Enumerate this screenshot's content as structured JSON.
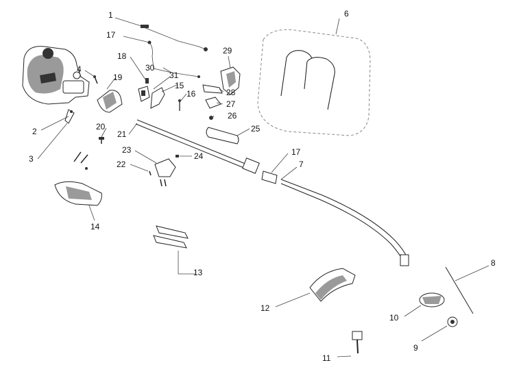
{
  "labels": {
    "p1": "1",
    "p2": "2",
    "p3": "3",
    "p4": "4",
    "p6": "6",
    "p7": "7",
    "p8": "8",
    "p9": "9",
    "p10": "10",
    "p11": "11",
    "p12": "12",
    "p13": "13",
    "p14": "14",
    "p15": "15",
    "p16": "16",
    "p17a": "17",
    "p17b": "17",
    "p18": "18",
    "p19": "19",
    "p20": "20",
    "p21": "21",
    "p22": "22",
    "p23": "23",
    "p24": "24",
    "p25": "25",
    "p26": "26",
    "p27": "27",
    "p28": "28",
    "p29": "29",
    "p30": "30",
    "p31": "31"
  }
}
